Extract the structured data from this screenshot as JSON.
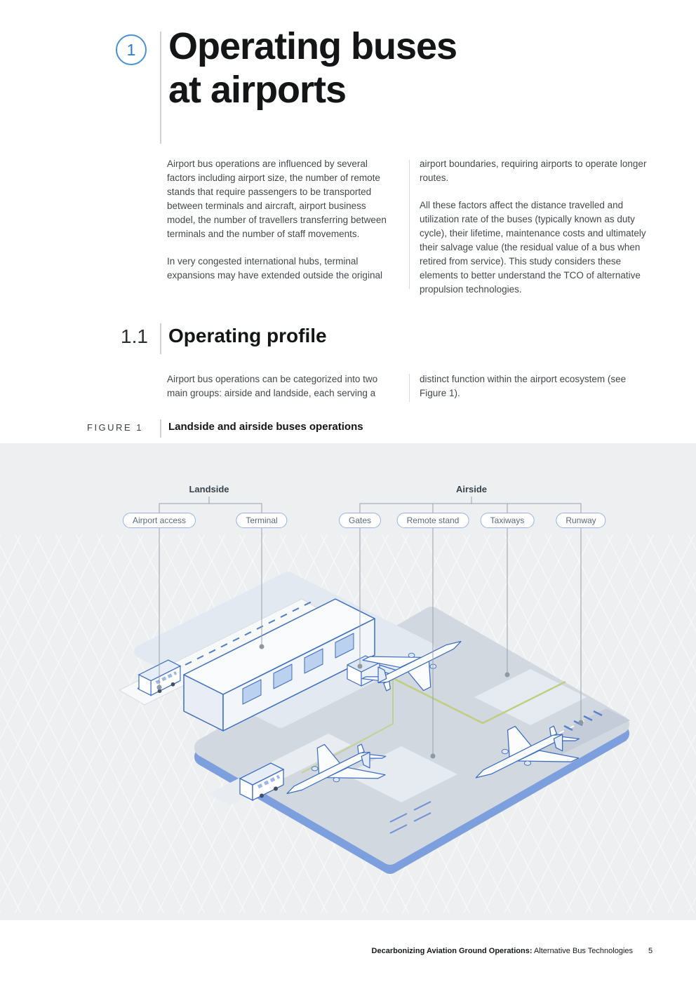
{
  "page": {
    "chapter_number": "1",
    "title_line1": "Operating buses",
    "title_line2": "at airports"
  },
  "intro": {
    "left_p1": "Airport bus operations are influenced by several factors including airport size, the number of remote stands that require passengers to be transported between terminals and aircraft, airport business model, the number of travellers transferring between terminals and the number of staff movements.",
    "left_p2": "In very congested international hubs, terminal expansions may have extended outside the original",
    "right_p1": "airport boundaries, requiring airports to operate longer routes.",
    "right_p2": "All these factors affect the distance travelled and utilization rate of the buses (typically known as duty cycle), their lifetime, maintenance costs and ultimately their salvage value (the residual value of a bus when retired from service). This study considers these elements to better understand the TCO of alternative propulsion technologies."
  },
  "section": {
    "number": "1.1",
    "title": "Operating profile",
    "left": "Airport bus operations can be categorized into two main groups: airside and landside, each serving a",
    "right": "distinct function within the airport ecosystem (see Figure 1)."
  },
  "figure": {
    "label": "FIGURE 1",
    "caption": "Landside and airside buses operations",
    "groups": [
      {
        "label": "Landside",
        "pills": [
          "Airport access",
          "Terminal"
        ]
      },
      {
        "label": "Airside",
        "pills": [
          "Gates",
          "Remote stand",
          "Taxiways",
          "Runway"
        ]
      }
    ]
  },
  "footer": {
    "title_bold": "Decarbonizing Aviation Ground Operations:",
    "title_regular": " Alternative Bus Technologies",
    "page_number": "5"
  },
  "colors": {
    "accent_blue": "#3d6ec2",
    "chapter_blue": "#4a90d9",
    "figure_background": "#edeff0",
    "platform_gray": "#d2d8e0",
    "platform_edge_blue": "#7d9fde"
  }
}
